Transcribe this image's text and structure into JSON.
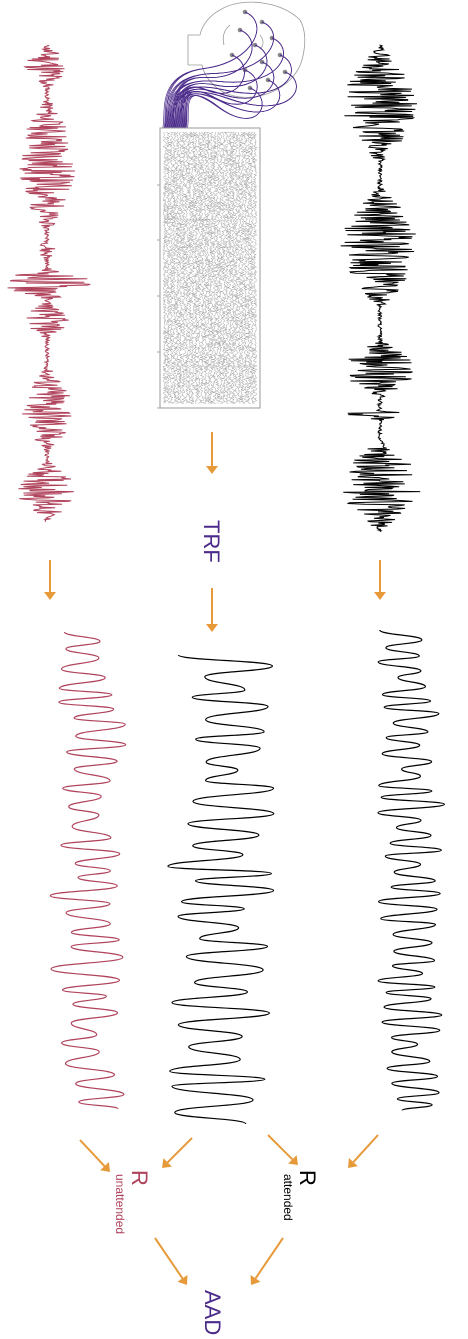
{
  "labels": {
    "trf": "TRF",
    "r_unattended_main": "R",
    "r_unattended_sub": "unattended",
    "r_attended_main": "R",
    "r_attended_sub": "attended",
    "aad": "AAD"
  },
  "colors": {
    "unattended": "#b0435c",
    "attended": "#000000",
    "eeg": "#8a8a8a",
    "eeg_cables": "#4b2a8a",
    "arrow": "#e69a3a",
    "text_purple": "#4b2a8a"
  },
  "icons": {
    "head": "head-with-eeg-cap-icon"
  }
}
